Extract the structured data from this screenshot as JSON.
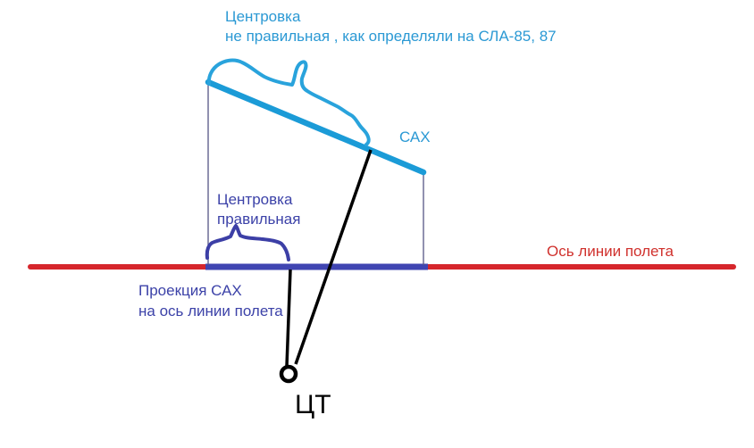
{
  "diagram": {
    "incorrect_note": {
      "line1": "Центровка",
      "line2": "не правильная , как определяли на СЛА-85, 87"
    },
    "labels": {
      "sah": "САХ",
      "correct_line1": "Центровка",
      "correct_line2": "правильная",
      "flight_axis": "Ось линии полета",
      "projection_line1": "Проекция САХ",
      "projection_line2": "на ось линии полета",
      "cg": "ЦТ"
    },
    "colors": {
      "cyan_line": "#1b9bd7",
      "cyan_scribble": "#29a3dc",
      "cyan_text": "#2b99d4",
      "blue_segment": "#4045b2",
      "blue_text": "#3c42a8",
      "blue_brace": "#3c3fa6",
      "thin_guide": "#565685",
      "red_line": "#d6262c",
      "red_text": "#d0312d",
      "black": "#000000",
      "background": "#ffffff"
    }
  }
}
